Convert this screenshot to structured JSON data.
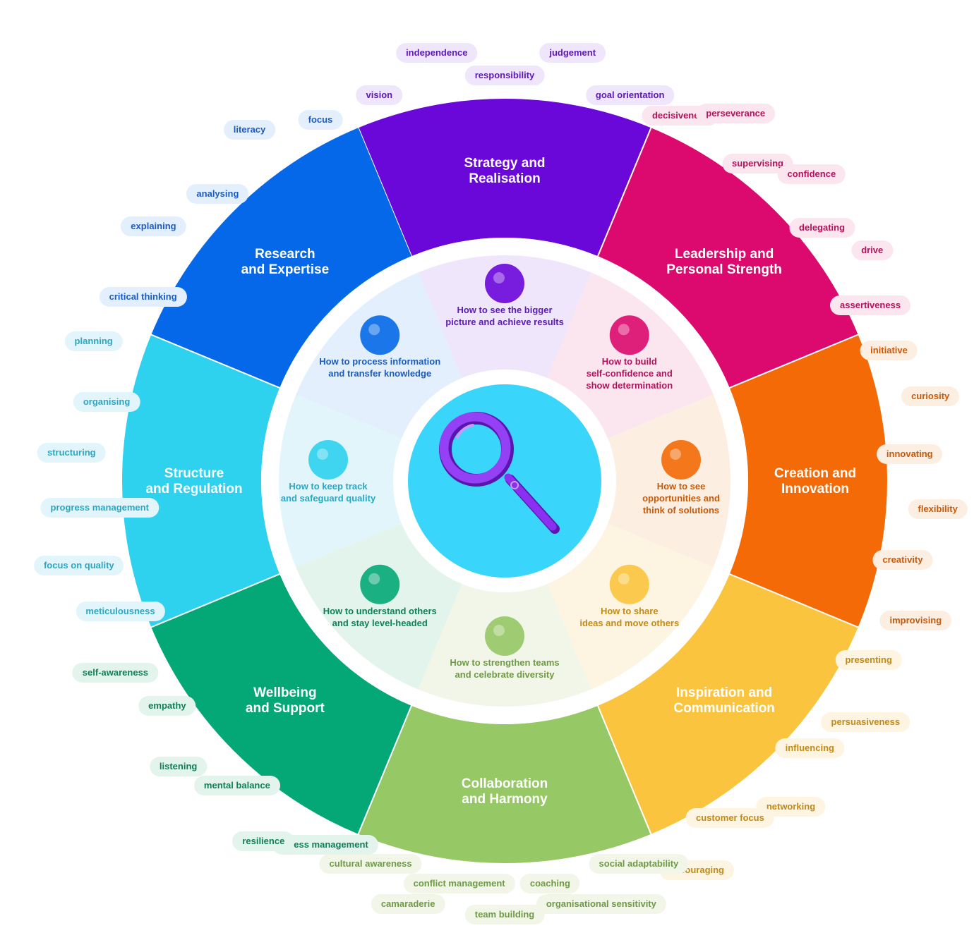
{
  "center": {
    "icon": "magnifying-glass-icon"
  },
  "segments": [
    {
      "id": "strategy",
      "title": [
        "Strategy and",
        "Realisation"
      ],
      "color": "#6a07d9",
      "inner_label": [
        "How to see the bigger",
        "picture and achieve results"
      ],
      "inner_icon": "route-map-icon",
      "pill_bg": "#efe6fb",
      "pill_text": "#5b1ab8",
      "skills": [
        "vision",
        "independence",
        "responsibility",
        "judgement",
        "goal orientation"
      ]
    },
    {
      "id": "leadership",
      "title": [
        "Leadership and",
        "Personal Strength"
      ],
      "color": "#dc0a6e",
      "inner_label": [
        "How to build",
        "self-confidence and",
        "show determination"
      ],
      "inner_icon": "compass-icon",
      "pill_bg": "#fbe5ef",
      "pill_text": "#b5125c",
      "skills": [
        "decisiveness",
        "perseverance",
        "supervising",
        "confidence",
        "delegating",
        "drive",
        "assertiveness"
      ]
    },
    {
      "id": "creation",
      "title": [
        "Creation and",
        "Innovation"
      ],
      "color": "#f36a06",
      "inner_label": [
        "How to see",
        "opportunities and",
        "think of solutions"
      ],
      "inner_icon": "tools-icon",
      "pill_bg": "#fdeee2",
      "pill_text": "#c95a0a",
      "skills": [
        "initiative",
        "curiosity",
        "innovating",
        "flexibility",
        "creativity",
        "improvising"
      ]
    },
    {
      "id": "inspiration",
      "title": [
        "Inspiration and",
        "Communication"
      ],
      "color": "#fbc43e",
      "inner_label": [
        "How to share",
        "ideas and move others"
      ],
      "inner_icon": "paper-plane-icon",
      "pill_bg": "#fdf4e1",
      "pill_text": "#c38a16",
      "skills": [
        "presenting",
        "persuasiveness",
        "influencing",
        "networking",
        "customer focus",
        "encouraging"
      ]
    },
    {
      "id": "collaboration",
      "title": [
        "Collaboration",
        "and Harmony"
      ],
      "color": "#96c866",
      "inner_label": [
        "How to strengthen teams",
        "and celebrate diversity"
      ],
      "inner_icon": "chat-puzzle-icon",
      "pill_bg": "#f1f6e9",
      "pill_text": "#6f9a45",
      "skills": [
        "social adaptability",
        "organisational sensitivity",
        "coaching",
        "team building",
        "conflict management",
        "camaraderie",
        "cultural awareness"
      ]
    },
    {
      "id": "wellbeing",
      "title": [
        "Wellbeing",
        "and Support"
      ],
      "color": "#04a877",
      "inner_label": [
        "How to understand others",
        "and stay level-headed"
      ],
      "inner_icon": "heart-shield-icon",
      "pill_bg": "#e3f4ec",
      "pill_text": "#0f7f59",
      "skills": [
        "stress management",
        "resilience",
        "mental balance",
        "listening",
        "empathy",
        "self-awareness"
      ]
    },
    {
      "id": "structure",
      "title": [
        "Structure",
        "and Regulation"
      ],
      "color": "#2ed2ee",
      "inner_label": [
        "How to keep track",
        "and safeguard quality"
      ],
      "inner_icon": "checklist-icon",
      "pill_bg": "#e2f5fa",
      "pill_text": "#2aa7c3",
      "skills": [
        "meticulousness",
        "focus on quality",
        "progress management",
        "structuring",
        "organising",
        "planning"
      ]
    },
    {
      "id": "research",
      "title": [
        "Research",
        "and Expertise"
      ],
      "color": "#0468e8",
      "inner_label": [
        "How to process information",
        "and transfer knowledge"
      ],
      "inner_icon": "data-magnifier-icon",
      "pill_bg": "#e3effc",
      "pill_text": "#1c5cc0",
      "skills": [
        "critical thinking",
        "explaining",
        "analysing",
        "literacy",
        "focus"
      ]
    }
  ]
}
